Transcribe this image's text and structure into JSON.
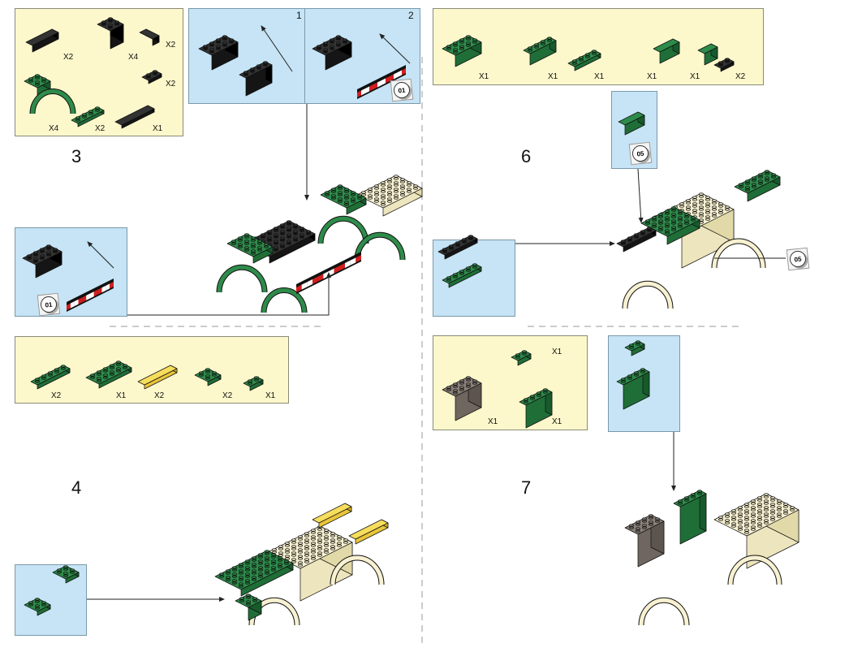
{
  "steps": [
    {
      "number": "3",
      "parts": [
        {
          "qty": "X2"
        },
        {
          "qty": "X4"
        },
        {
          "qty": "X2"
        },
        {
          "qty": "X2"
        },
        {
          "qty": "X4"
        },
        {
          "qty": "X2"
        },
        {
          "qty": "X1"
        }
      ],
      "substeps": [
        "1",
        "2"
      ],
      "badge": "01"
    },
    {
      "number": "4",
      "parts": [
        {
          "qty": "X2"
        },
        {
          "qty": "X1"
        },
        {
          "qty": "X2"
        },
        {
          "qty": "X2"
        },
        {
          "qty": "X1"
        }
      ]
    },
    {
      "number": "6",
      "parts": [
        {
          "qty": "X1"
        },
        {
          "qty": "X1"
        },
        {
          "qty": "X1"
        },
        {
          "qty": "X1"
        },
        {
          "qty": "X1"
        },
        {
          "qty": "X2"
        }
      ],
      "badge": "05"
    },
    {
      "number": "7",
      "parts": [
        {
          "qty": "X1"
        },
        {
          "qty": "X1"
        },
        {
          "qty": "X1"
        }
      ]
    }
  ],
  "colors": {
    "parts_bg": "#fdf8cb",
    "callout_bg": "#c6e4f5",
    "green": "#2e8b4a",
    "black": "#1a1a1a",
    "yellow": "#f7dd5c"
  }
}
